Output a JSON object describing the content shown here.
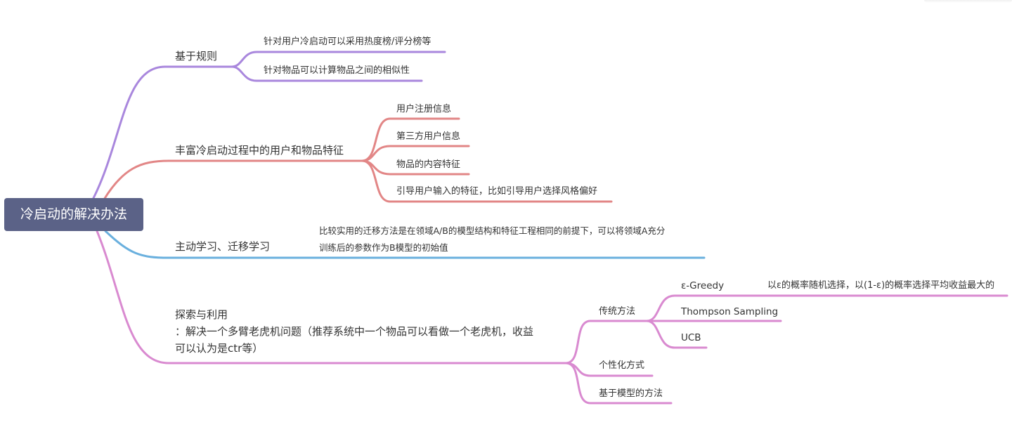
{
  "colors": {
    "root_bg": "#5b6287",
    "branch_rules": "#a987dd",
    "branch_features": "#e28686",
    "branch_active": "#6ab0de",
    "branch_explore": "#d98ad0"
  },
  "root": {
    "label": "冷启动的解决办法"
  },
  "branches": [
    {
      "label": "基于规则",
      "children": [
        "针对用户冷启动可以采用热度榜/评分榜等",
        "针对物品可以计算物品之间的相似性"
      ]
    },
    {
      "label": "丰富冷启动过程中的用户和物品特征",
      "children": [
        "用户注册信息",
        "第三方用户信息",
        "物品的内容特征",
        "引导用户输入的特征，比如引导用户选择风格偏好"
      ]
    },
    {
      "label": "主动学习、迁移学习",
      "note_lines": [
        "比较实用的迁移方法是在领域A/B的模型结构和特征工程相同的前提下，可以将领域A充分",
        "训练后的参数作为B模型的初始值"
      ]
    },
    {
      "label_lines": [
        "探索与利用",
        "：解决一个多臂老虎机问题（推荐系统中一个物品可以看做一个老虎机，收益",
        "可以认为是ctr等）"
      ],
      "children": [
        {
          "label": "传统方法",
          "children": [
            {
              "label": "ε-Greedy",
              "note": "以ε的概率随机选择，以(1-ε)的概率选择平均收益最大的"
            },
            {
              "label": "Thompson Sampling"
            },
            {
              "label": "UCB"
            }
          ]
        },
        {
          "label": "个性化方式"
        },
        {
          "label": "基于模型的方法"
        }
      ]
    }
  ]
}
